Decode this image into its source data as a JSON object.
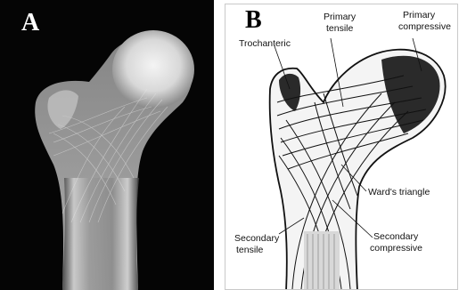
{
  "panels": {
    "a": {
      "letter": "A"
    },
    "b": {
      "letter": "B"
    }
  },
  "labels": {
    "trochanteric": "Trochanteric",
    "primary_tensile_1": "Primary",
    "primary_tensile_2": "tensile",
    "primary_compressive_1": "Primary",
    "primary_compressive_2": "compressive",
    "wards_triangle": "Ward's triangle",
    "secondary_tensile_1": "Secondary",
    "secondary_tensile_2": "tensile",
    "secondary_compressive_1": "Secondary",
    "secondary_compressive_2": "compressive"
  }
}
